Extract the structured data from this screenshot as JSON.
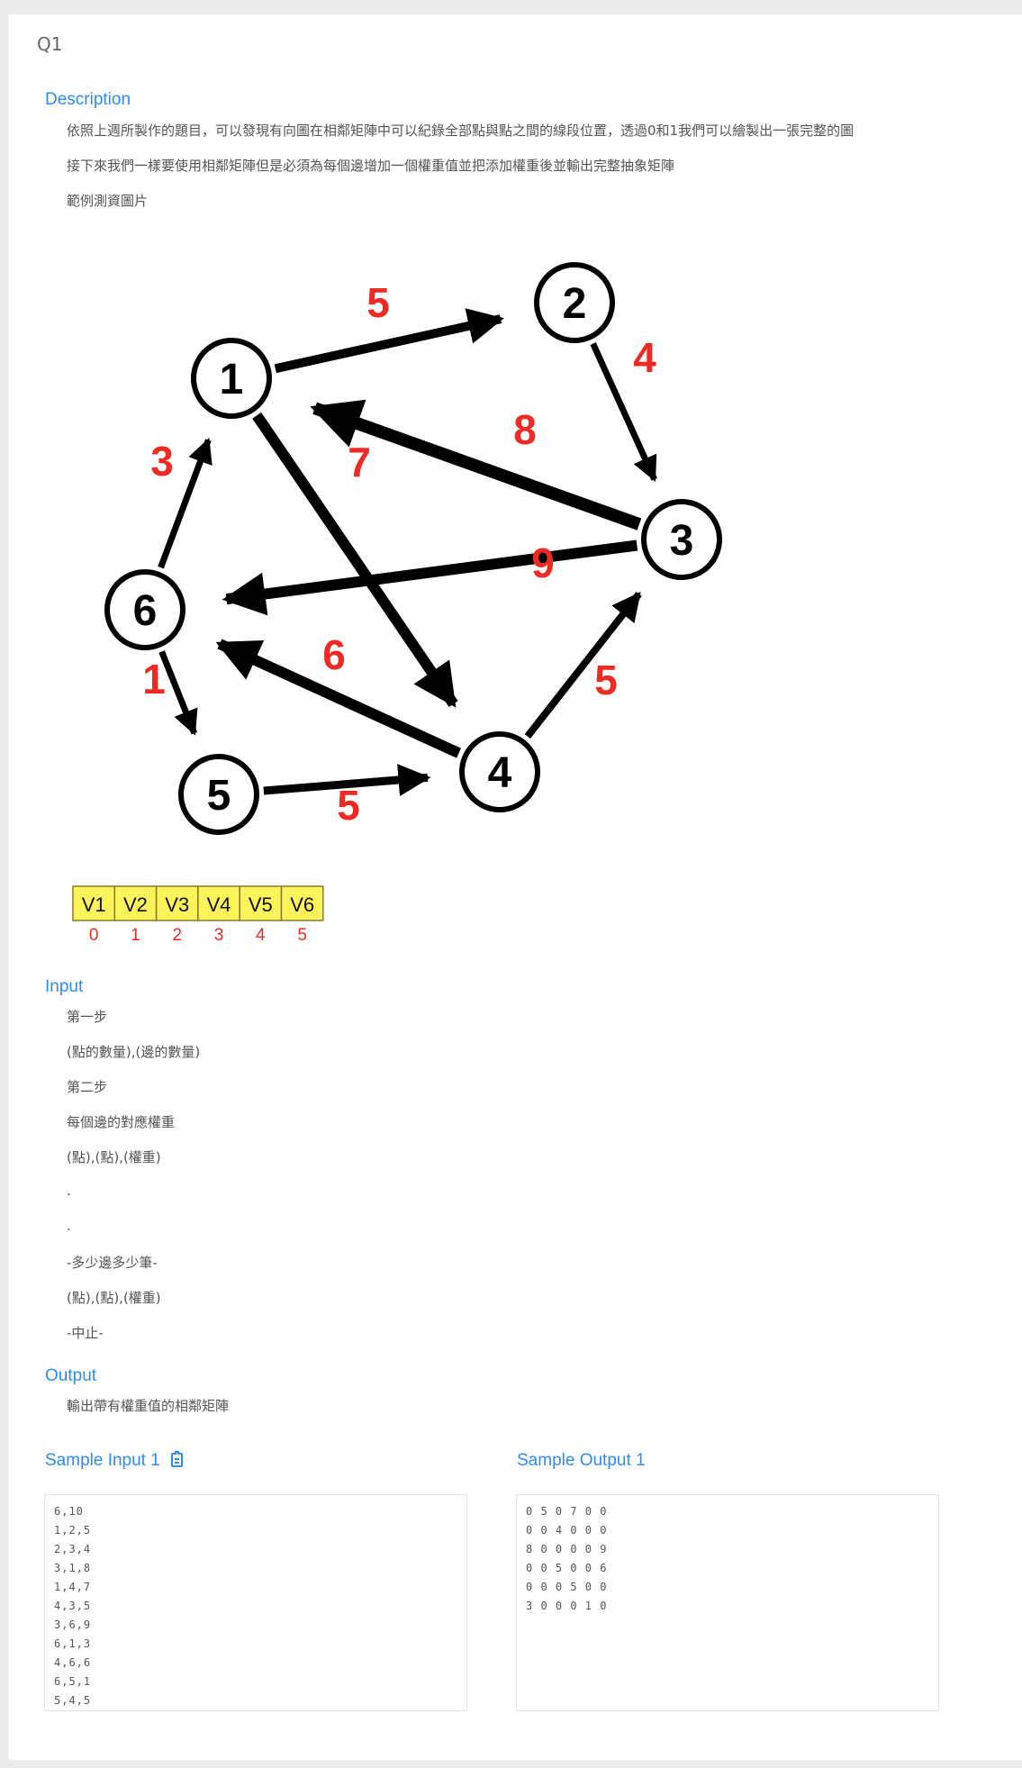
{
  "problem": {
    "title": "Q1"
  },
  "description": {
    "heading": "Description",
    "lines": [
      "依照上週所製作的題目，可以發現有向圖在相鄰矩陣中可以紀錄全部點與點之間的線段位置，透過0和1我們可以繪製出一張完整的圖",
      "接下來我們一樣要使用相鄰矩陣但是必須為每個邊增加一個權重值並把添加權重後並輸出完整抽象矩陣",
      "範例測資圖片"
    ]
  },
  "graph": {
    "nodes": [
      "1",
      "2",
      "3",
      "4",
      "5",
      "6"
    ],
    "edges": [
      {
        "from": "1",
        "to": "2",
        "weight": "5"
      },
      {
        "from": "2",
        "to": "3",
        "weight": "4"
      },
      {
        "from": "3",
        "to": "1",
        "weight": "8"
      },
      {
        "from": "1",
        "to": "4",
        "weight": "7"
      },
      {
        "from": "4",
        "to": "3",
        "weight": "5"
      },
      {
        "from": "3",
        "to": "6",
        "weight": "9"
      },
      {
        "from": "6",
        "to": "1",
        "weight": "3"
      },
      {
        "from": "4",
        "to": "6",
        "weight": "6"
      },
      {
        "from": "6",
        "to": "5",
        "weight": "1"
      },
      {
        "from": "5",
        "to": "4",
        "weight": "5"
      }
    ],
    "weight_color": "#ee2a24",
    "vertex_cells": [
      "V1",
      "V2",
      "V3",
      "V4",
      "V5",
      "V6"
    ],
    "vertex_indices": [
      "0",
      "1",
      "2",
      "3",
      "4",
      "5"
    ],
    "cell_color": "#fdf45c"
  },
  "input": {
    "heading": "Input",
    "lines": [
      "第一步",
      "(點的數量),(邊的數量)",
      "第二步",
      "每個邊的對應權重",
      "(點),(點),(權重)",
      ".",
      ".",
      "-多少邊多少筆-",
      "(點),(點),(權重)",
      "-中止-"
    ]
  },
  "output": {
    "heading": "Output",
    "lines": [
      "輸出帶有權重值的相鄰矩陣"
    ]
  },
  "samples": {
    "input_title": "Sample Input 1",
    "output_title": "Sample Output 1",
    "input_lines": [
      "6,10",
      "1,2,5",
      "2,3,4",
      "3,1,8",
      "1,4,7",
      "4,3,5",
      "3,6,9",
      "6,1,3",
      "4,6,6",
      "6,5,1",
      "5,4,5"
    ],
    "output_lines": [
      "0 5 0 7 0 0",
      "0 0 4 0 0 0",
      "8 0 0 0 0 9",
      "0 0 5 0 0 6",
      "0 0 0 5 0 0",
      "3 0 0 0 1 0"
    ]
  },
  "accent_color": "#2d8cf0"
}
